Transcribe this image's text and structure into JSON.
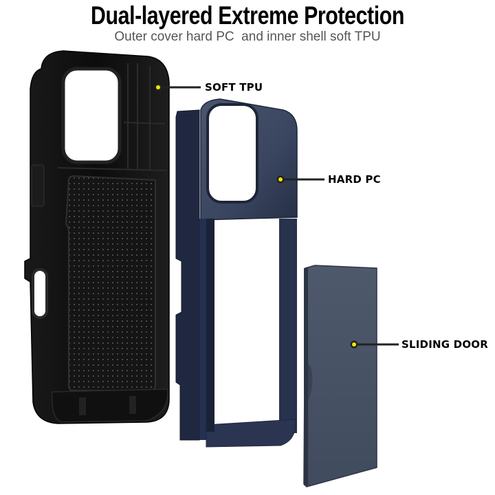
{
  "header": {
    "title": "Dual-layered Extreme Protection",
    "subtitle": "Outer cover hard PC  and inner shell soft TPU"
  },
  "callouts": [
    {
      "id": "soft-tpu",
      "label": "SOFT TPU",
      "dot_color": "#f2e600"
    },
    {
      "id": "hard-pc",
      "label": "HARD PC",
      "dot_color": "#f2e600"
    },
    {
      "id": "sliding-door",
      "label": "SLIDING DOOR",
      "dot_color": "#f2e600"
    }
  ],
  "parts": [
    {
      "name": "inner-shell",
      "material": "TPU",
      "color": "#111111"
    },
    {
      "name": "outer-cover",
      "material": "PC",
      "color": "#2f3b55"
    },
    {
      "name": "sliding-door",
      "material": "PC",
      "color": "#4a5468"
    }
  ],
  "colors": {
    "background": "#ffffff",
    "title": "#000000",
    "subtitle": "#555555",
    "leader_line": "#222222",
    "callout_dot": "#f2e600"
  }
}
